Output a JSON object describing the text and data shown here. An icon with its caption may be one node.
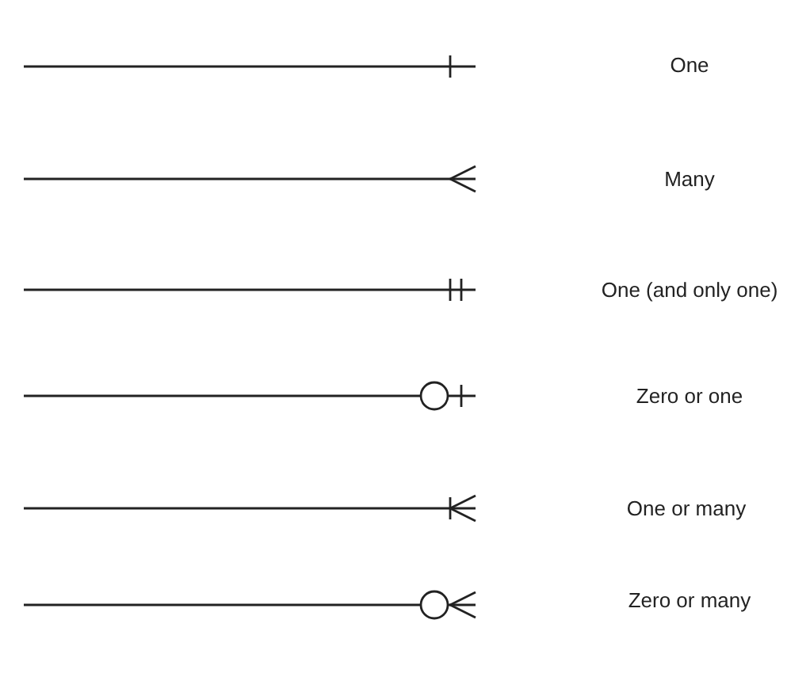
{
  "diagram": {
    "legend": [
      {
        "text": "One"
      },
      {
        "text": "Many"
      },
      {
        "text": "One (and only one)"
      },
      {
        "text": "Zero or one"
      },
      {
        "text": "One or many"
      },
      {
        "text": "Zero or many"
      }
    ]
  }
}
